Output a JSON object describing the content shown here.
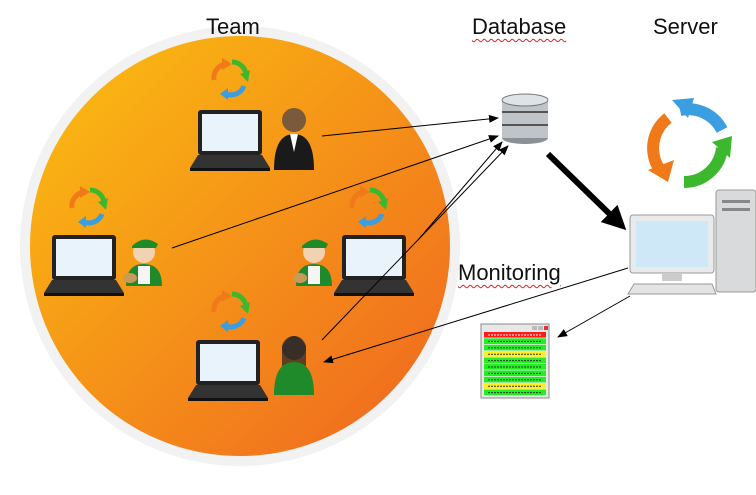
{
  "labels": {
    "team": "Team",
    "database": "Database",
    "server": "Server",
    "monitoring": "Monitoring"
  },
  "colors": {
    "circle_light": "#fbb713",
    "circle_dark": "#f06a22",
    "circle_border": "#e8e8e8",
    "arrow_orange": "#f07a1a",
    "arrow_green": "#3cb82e",
    "arrow_blue": "#3a9ee0",
    "shirt_green": "#1e8a2a"
  },
  "monitoring_rows": [
    "red",
    "green",
    "green",
    "yellow",
    "green",
    "green",
    "green",
    "green",
    "yellow",
    "green"
  ],
  "icons": [
    "laptop-icon",
    "person-icon",
    "recycle-arrows-icon",
    "database-icon",
    "desktop-computer-icon",
    "monitoring-window-icon"
  ]
}
